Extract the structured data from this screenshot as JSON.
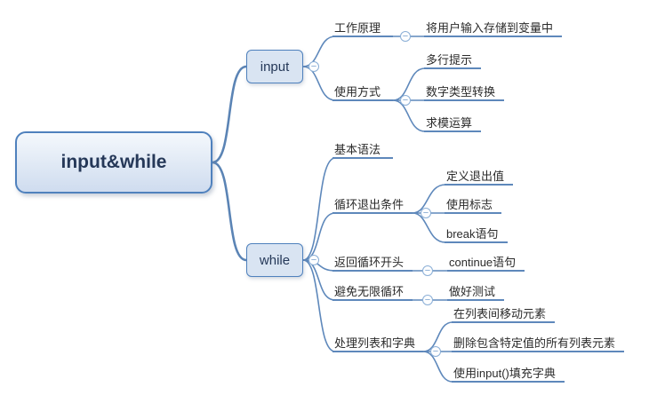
{
  "colors": {
    "connector": "#5e88bb",
    "underline": "#5e88bb",
    "node_border": "#4f81bd",
    "node_fill": "#d9e4f2",
    "root_fill_top": "#f4f8fc",
    "root_fill_bottom": "#cfdcef",
    "text_dark": "#253858",
    "topic_text": "#2b2b2b"
  },
  "icons": {
    "collapse": "−"
  },
  "tree": {
    "root": {
      "label": "input&while"
    },
    "branches": [
      {
        "label": "input",
        "children": [
          {
            "label": "工作原理",
            "children": [
              {
                "label": "将用户输入存储到变量中"
              }
            ]
          },
          {
            "label": "使用方式",
            "children": [
              {
                "label": "多行提示"
              },
              {
                "label": "数字类型转换"
              },
              {
                "label": "求模运算"
              }
            ]
          }
        ]
      },
      {
        "label": "while",
        "children": [
          {
            "label": "基本语法",
            "children": []
          },
          {
            "label": "循环退出条件",
            "children": [
              {
                "label": "定义退出值"
              },
              {
                "label": "使用标志"
              },
              {
                "label": "break语句"
              }
            ]
          },
          {
            "label": "返回循环开头",
            "children": [
              {
                "label": "continue语句"
              }
            ]
          },
          {
            "label": "避免无限循环",
            "children": [
              {
                "label": "做好测试"
              }
            ]
          },
          {
            "label": "处理列表和字典",
            "children": [
              {
                "label": "在列表间移动元素"
              },
              {
                "label": "删除包含特定值的所有列表元素"
              },
              {
                "label": "使用input()填充字典"
              }
            ]
          }
        ]
      }
    ]
  }
}
